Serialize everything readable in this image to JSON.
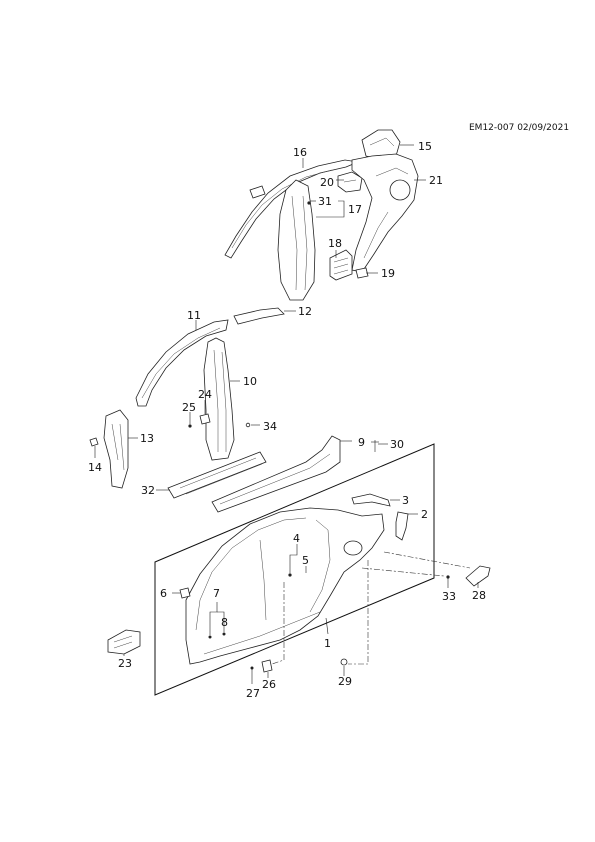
{
  "header": {
    "ref_code": "EM12-007 02/09/2021"
  },
  "callouts": {
    "c1": "1",
    "c2": "2",
    "c3": "3",
    "c4": "4",
    "c5": "5",
    "c6": "6",
    "c7": "7",
    "c8": "8",
    "c9": "9",
    "c10": "10",
    "c11": "11",
    "c12": "12",
    "c13": "13",
    "c14": "14",
    "c15": "15",
    "c16": "16",
    "c17": "17",
    "c18": "18",
    "c19": "19",
    "c20": "20",
    "c21": "21",
    "c23": "23",
    "c24": "24",
    "c25": "25",
    "c26": "26",
    "c27": "27",
    "c28": "28",
    "c29": "29",
    "c30": "30",
    "c31": "31",
    "c32": "32",
    "c33": "33",
    "c34": "34"
  }
}
